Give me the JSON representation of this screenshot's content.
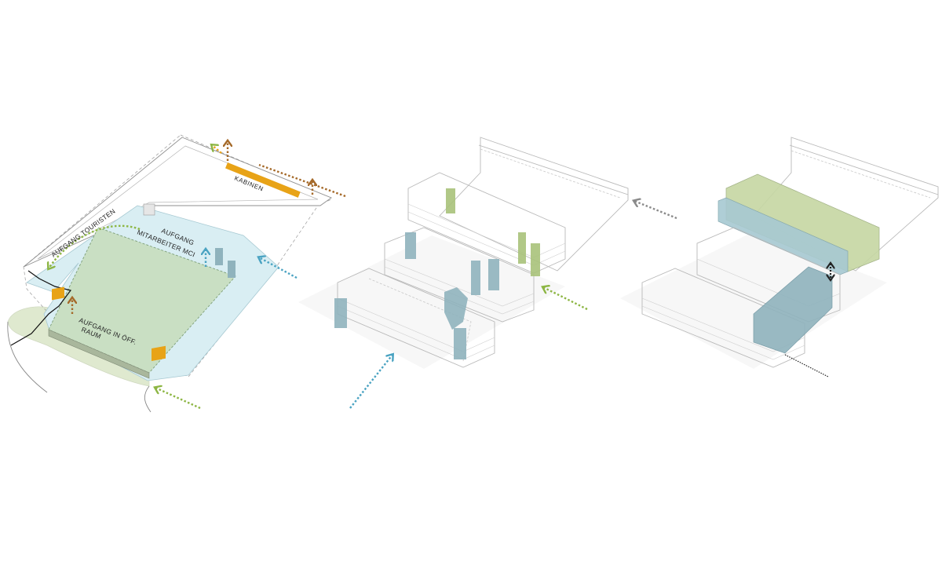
{
  "labels": {
    "aufgang_touristen": "AUFGANG TOURISTEN",
    "aufgang_mitarbeiter_1": "AUFGANG",
    "aufgang_mitarbeiter_2": "MITARBEITER MCI",
    "kabinen": "KABINEN",
    "aufgang_oeff_1": "AUFGANG IN ÖFF.",
    "aufgang_oeff_2": "RAUM"
  },
  "colors": {
    "green_fill": "#c9dfc3",
    "light_blue_fill": "#d9eef3",
    "orange": "#e8a317",
    "brown_arrow": "#a56a2a",
    "green_arrow": "#8db644",
    "blue_arrow": "#4aa3c2",
    "grey_arrow": "#8a8a8a",
    "core_blue": "#8fb3bd",
    "core_green": "#a9c27a",
    "text_orange": "#e8a317"
  }
}
